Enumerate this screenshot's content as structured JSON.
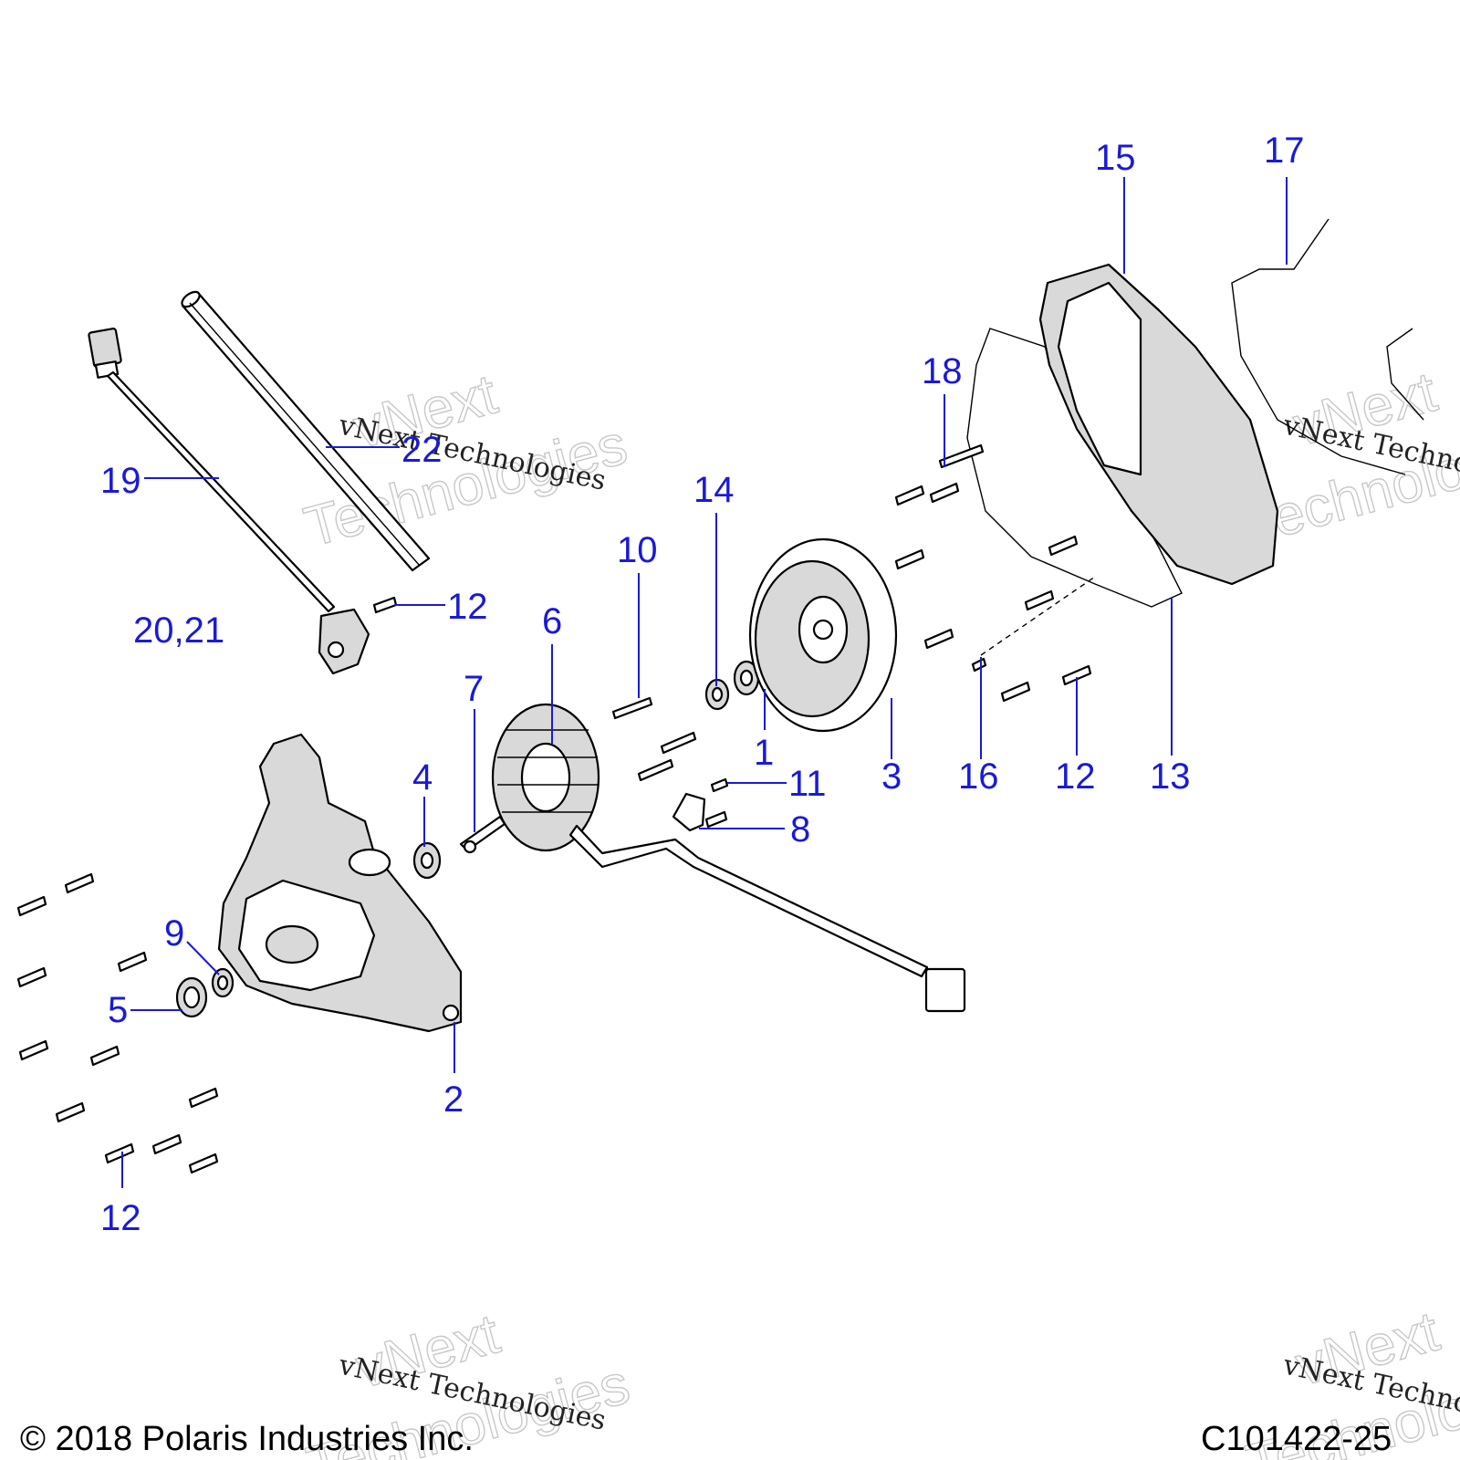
{
  "callouts": {
    "c1": "1",
    "c2": "2",
    "c3": "3",
    "c4": "4",
    "c5": "5",
    "c6": "6",
    "c7": "7",
    "c8": "8",
    "c9": "9",
    "c10": "10",
    "c11": "11",
    "c12a": "12",
    "c12b": "12",
    "c12c": "12",
    "c13": "13",
    "c14": "14",
    "c15": "15",
    "c16": "16",
    "c17": "17",
    "c18": "18",
    "c19": "19",
    "c20_21": "20,21",
    "c22": "22"
  },
  "watermark": {
    "line1": "vNext",
    "line2": "Technologies",
    "small": "vNext Technologies",
    "small_cut": "vNext Techno"
  },
  "footer": {
    "copyright": "© 2018 Polaris Industries Inc.",
    "diagram_id": "C101422-25"
  },
  "colors": {
    "callout": "#1a1ad6",
    "line_art": "#000000",
    "shading": "#d9d9d9"
  }
}
